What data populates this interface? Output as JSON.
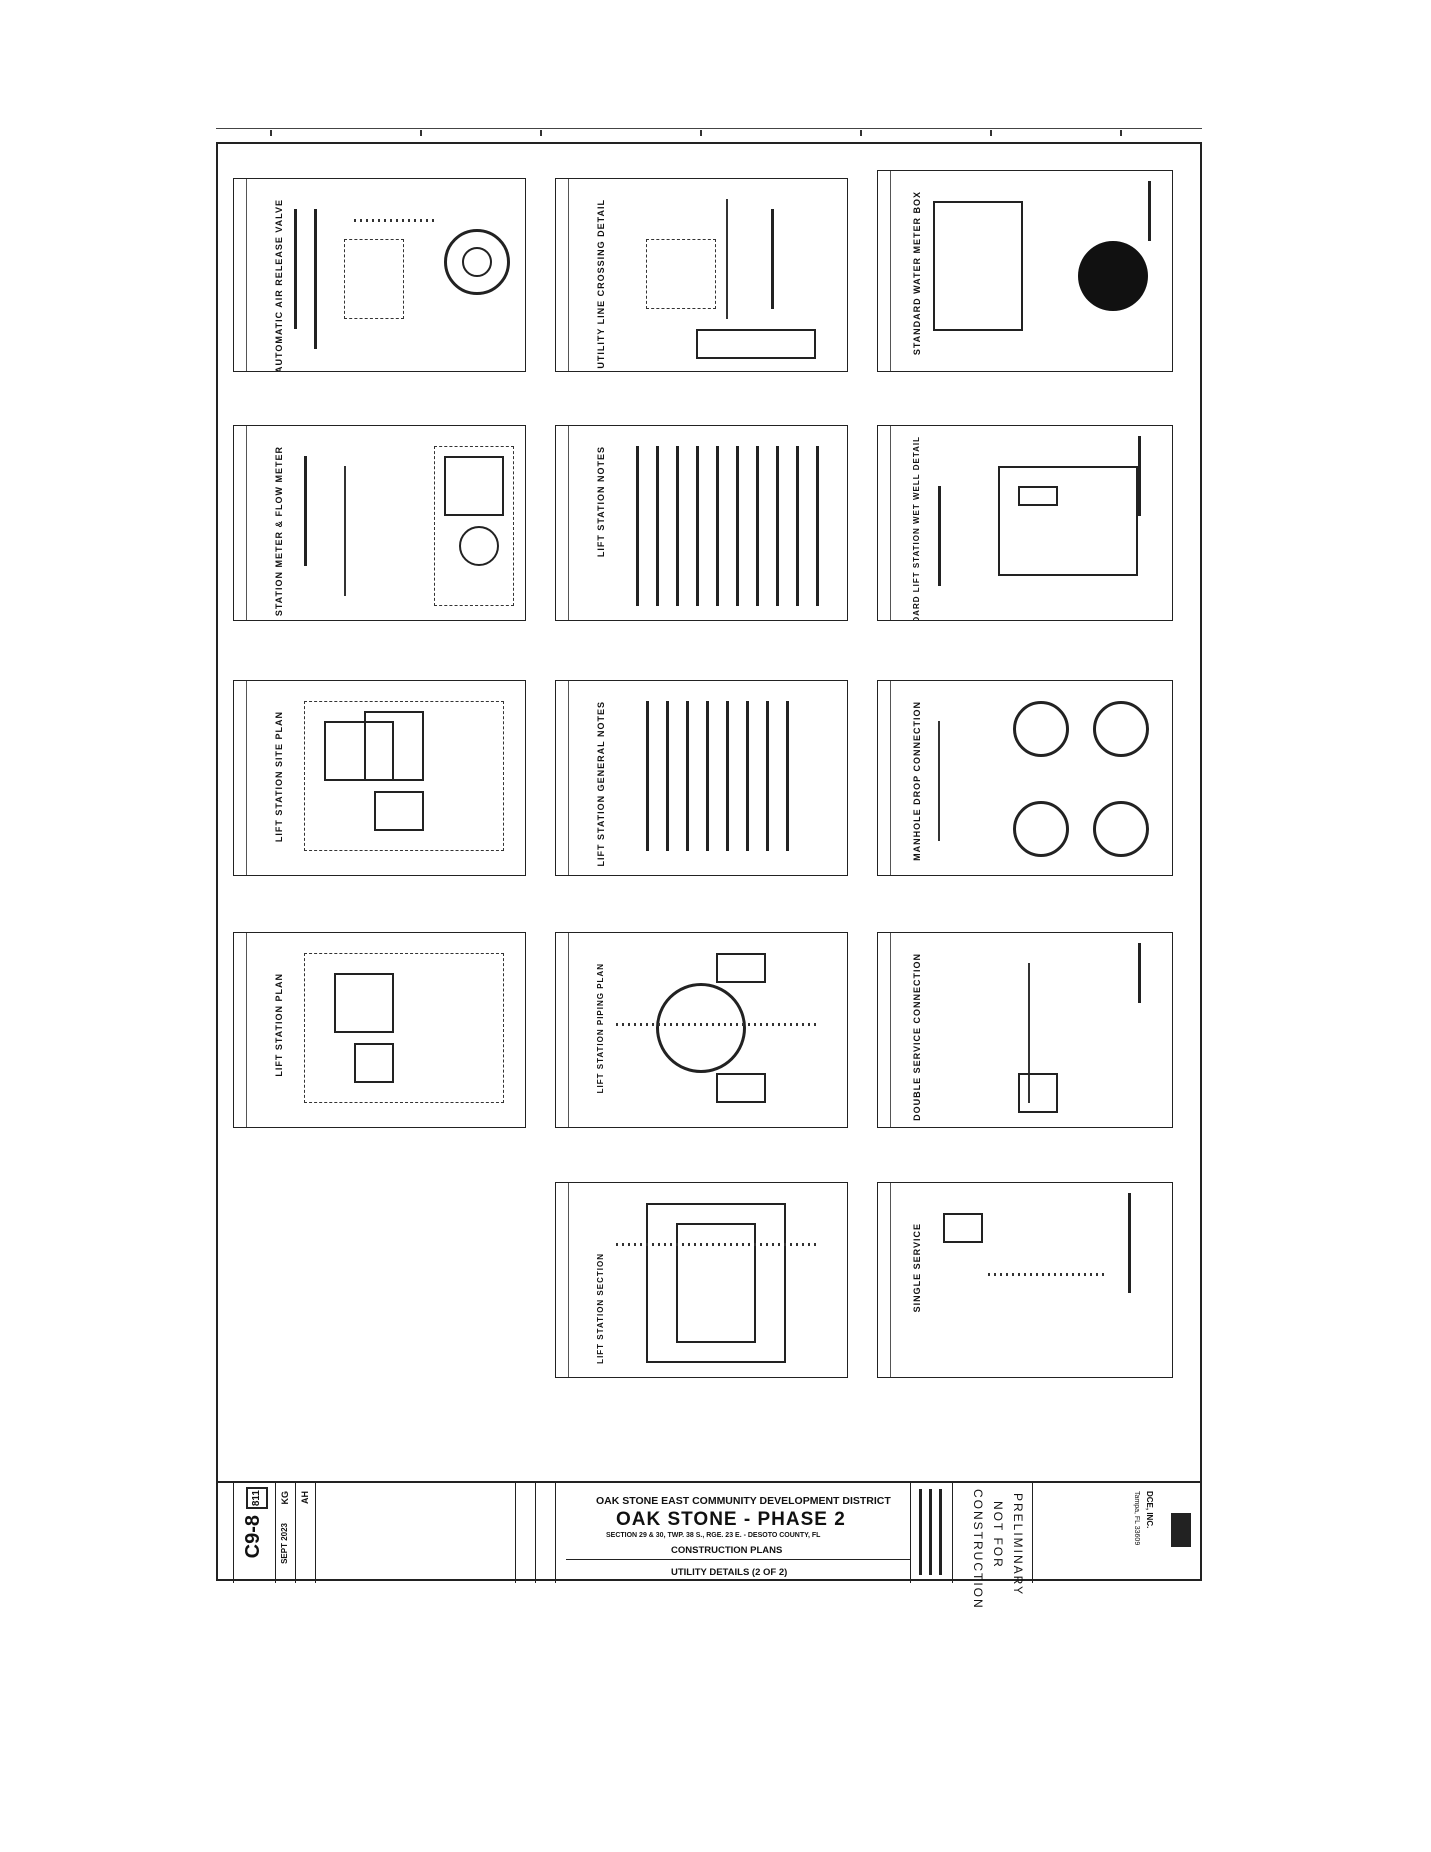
{
  "title_block": {
    "district": "OAK STONE EAST COMMUNITY DEVELOPMENT DISTRICT",
    "project": "OAK STONE - PHASE 2",
    "section": "SECTION 29 & 30, TWP. 38 S., RGE. 23 E. - DESOTO COUNTY, FL",
    "plans": "CONSTRUCTION PLANS",
    "sheet_title": "UTILITY DETAILS (2 OF 2)",
    "sheet_number": "C9-8",
    "date": "SEPT 2023",
    "drawn": "KG",
    "checked": "AH",
    "status_line1": "PRELIMINARY",
    "status_line2": "NOT FOR",
    "status_line3": "CONSTRUCTION",
    "call_badge": "811",
    "firm": "DCE, INC.",
    "firm_city": "Tampa, FL 33609"
  },
  "panels": {
    "p1": "AUTOMATIC AIR RELEASE VALVE",
    "p2": "UTILITY LINE CROSSING DETAIL",
    "p3": "STANDARD WATER METER BOX",
    "p4": "LIFT STATION METER & FLOW METER",
    "p5": "LIFT STATION NOTES",
    "p6": "STANDARD LIFT STATION WET WELL DETAIL",
    "p7": "LIFT STATION SITE PLAN",
    "p8": "LIFT STATION GENERAL NOTES",
    "p9": "MANHOLE DROP CONNECTION",
    "p10": "LIFT STATION PLAN",
    "p11": "LIFT STATION PIPING PLAN",
    "p12": "DOUBLE SERVICE CONNECTION",
    "p13": "LIFT STATION SECTION",
    "p14": "SINGLE SERVICE"
  }
}
